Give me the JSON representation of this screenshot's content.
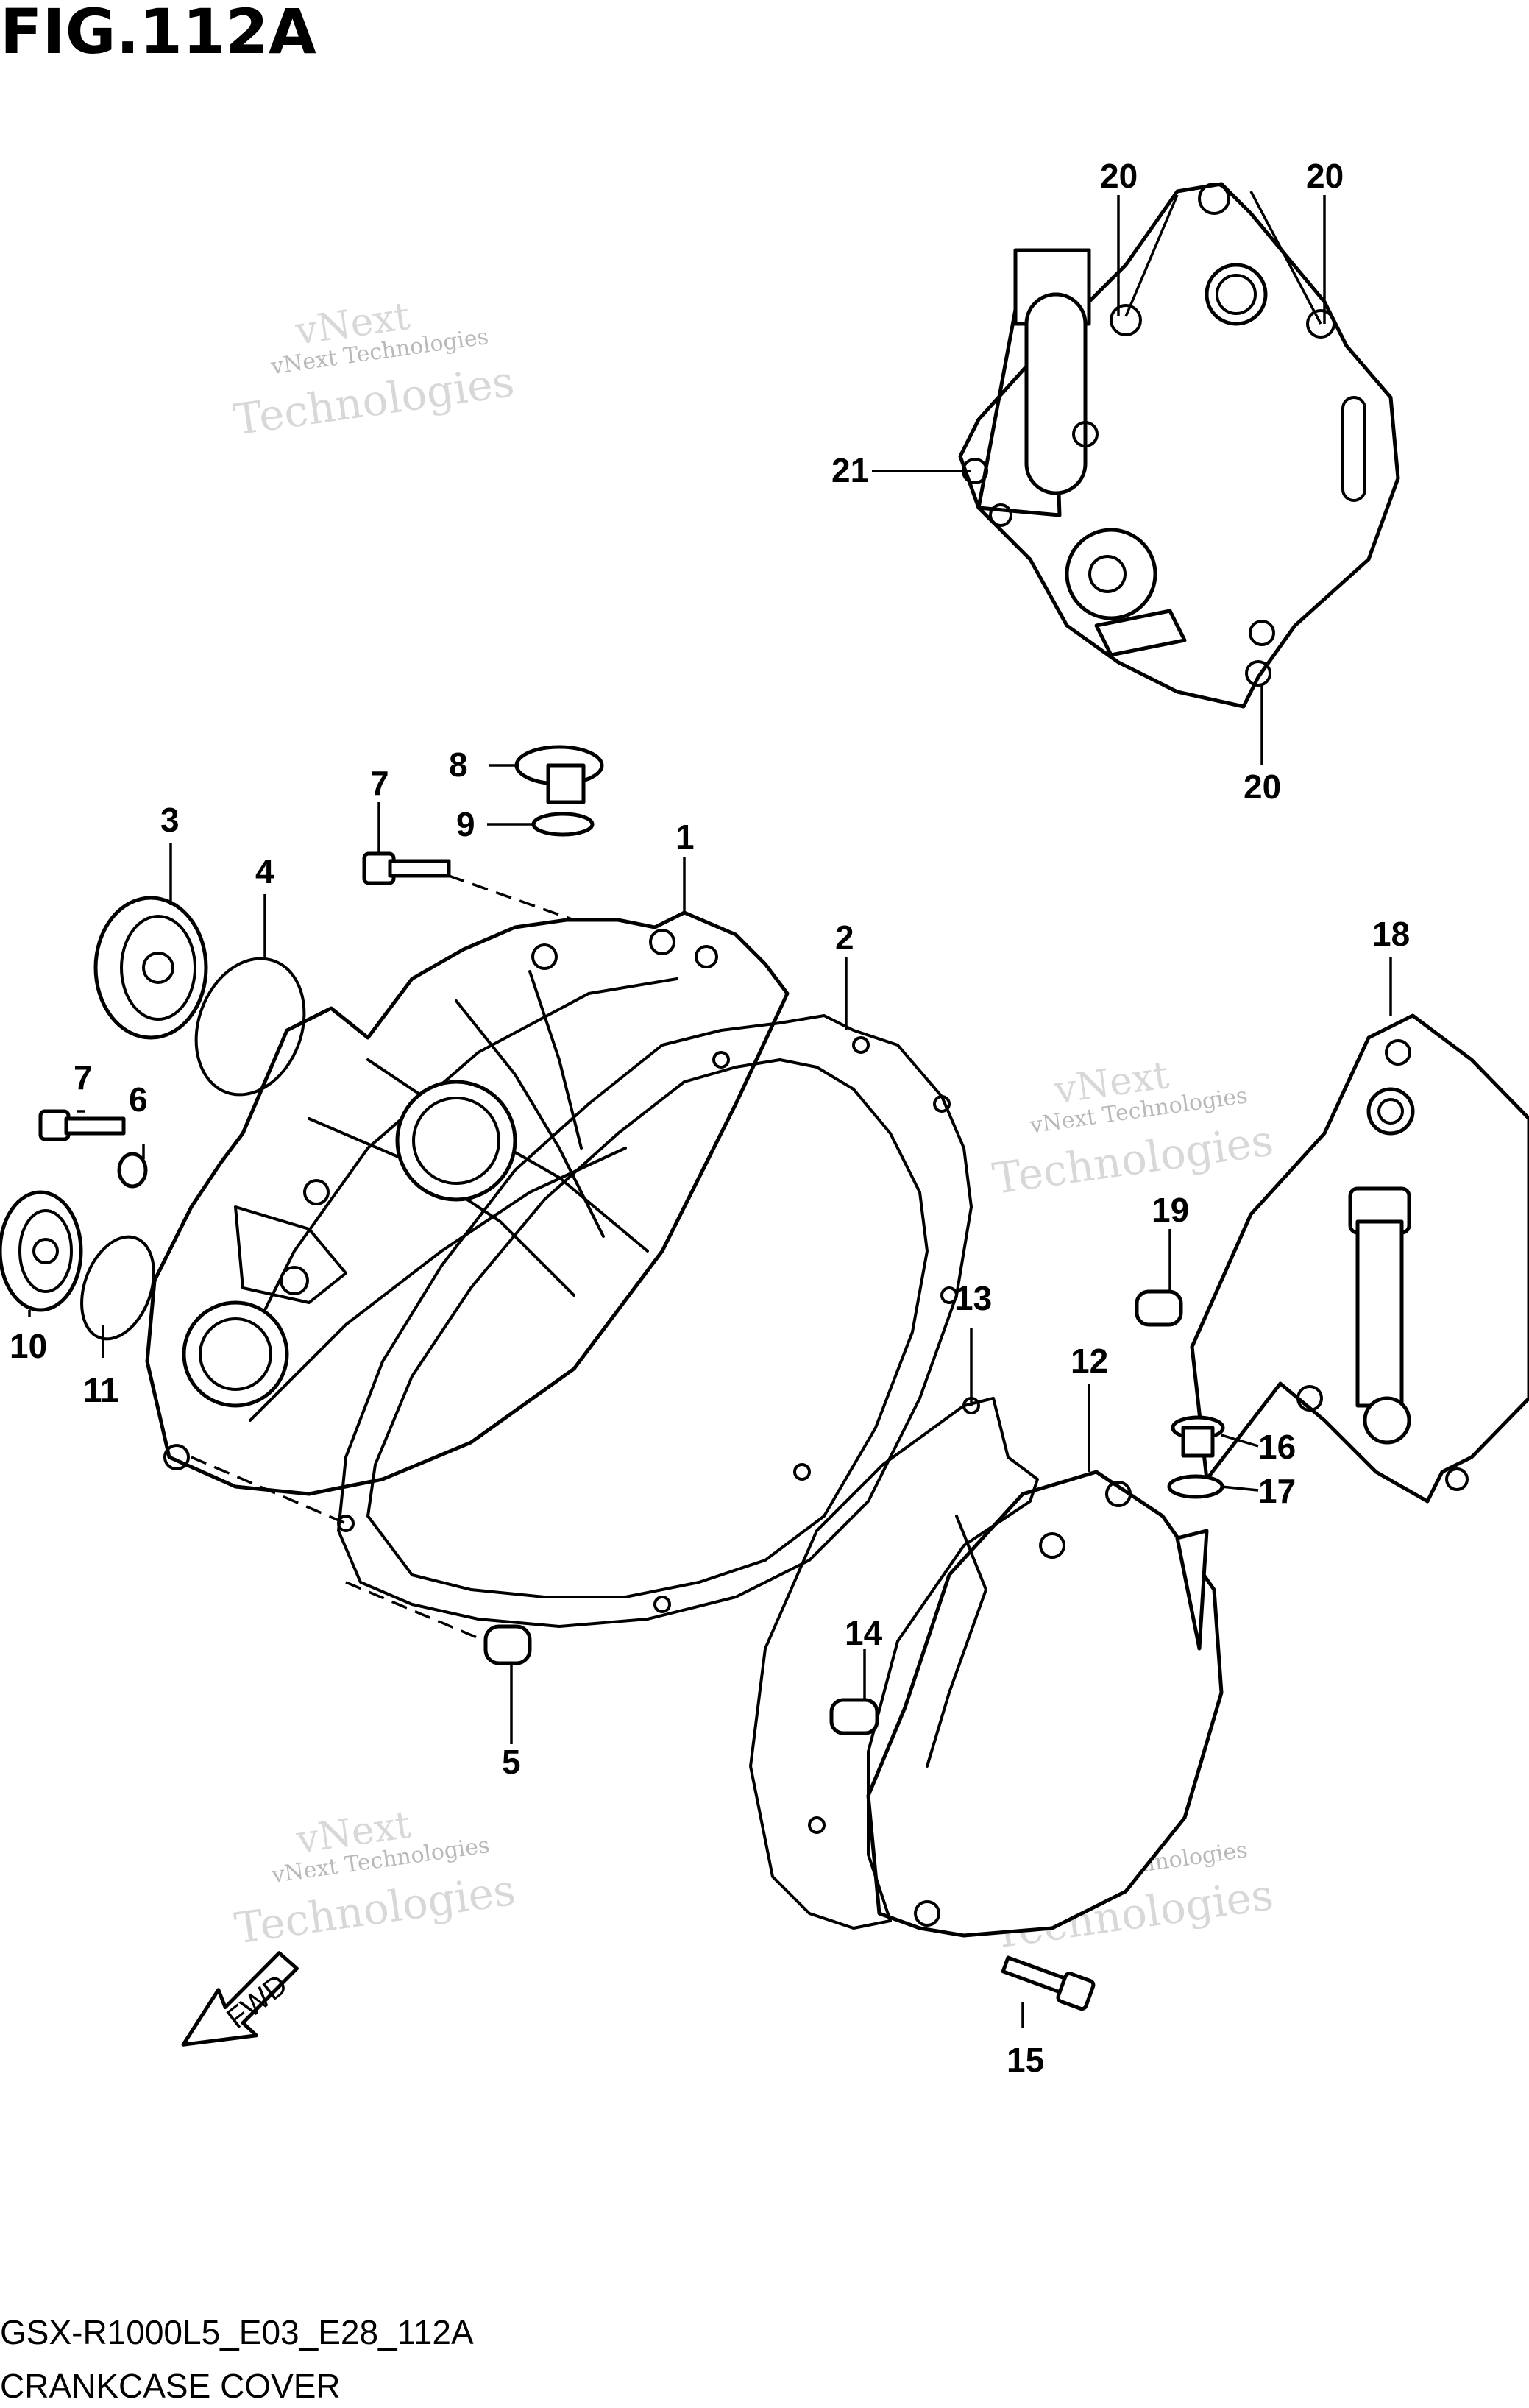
{
  "figure": {
    "title": "FIG.112A",
    "model_code": "GSX-R1000L5_E03_E28_112A",
    "caption": "CRANKCASE COVER",
    "direction_mark": "FWD"
  },
  "watermark": {
    "line1": "vNext Technologies",
    "line2": "vNext",
    "line3": "Technologies"
  },
  "callouts": [
    {
      "id": "c1",
      "label": "1"
    },
    {
      "id": "c2",
      "label": "2"
    },
    {
      "id": "c3",
      "label": "3"
    },
    {
      "id": "c4",
      "label": "4"
    },
    {
      "id": "c5",
      "label": "5"
    },
    {
      "id": "c6",
      "label": "6"
    },
    {
      "id": "c7a",
      "label": "7"
    },
    {
      "id": "c7b",
      "label": "7"
    },
    {
      "id": "c8",
      "label": "8"
    },
    {
      "id": "c9",
      "label": "9"
    },
    {
      "id": "c10",
      "label": "10"
    },
    {
      "id": "c11",
      "label": "11"
    },
    {
      "id": "c12",
      "label": "12"
    },
    {
      "id": "c13",
      "label": "13"
    },
    {
      "id": "c14",
      "label": "14"
    },
    {
      "id": "c15",
      "label": "15"
    },
    {
      "id": "c16",
      "label": "16"
    },
    {
      "id": "c17",
      "label": "17"
    },
    {
      "id": "c18",
      "label": "18"
    },
    {
      "id": "c19",
      "label": "19"
    },
    {
      "id": "c20a",
      "label": "20"
    },
    {
      "id": "c20b",
      "label": "20"
    },
    {
      "id": "c20c",
      "label": "20"
    },
    {
      "id": "c21",
      "label": "21"
    }
  ]
}
